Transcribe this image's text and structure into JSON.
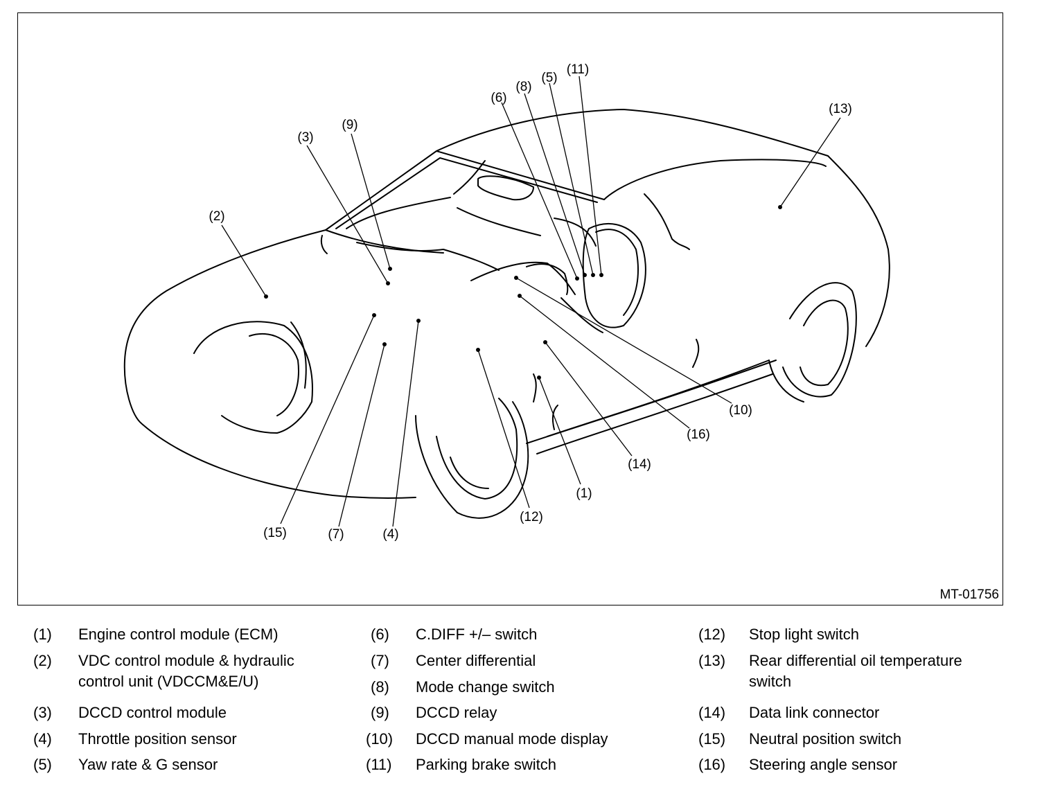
{
  "figure_id": "MT-01756",
  "callouts": [
    "(1)",
    "(2)",
    "(3)",
    "(4)",
    "(5)",
    "(6)",
    "(7)",
    "(8)",
    "(9)",
    "(10)",
    "(11)",
    "(12)",
    "(13)",
    "(14)",
    "(15)",
    "(16)"
  ],
  "legend": {
    "col1": [
      {
        "num": "(1)",
        "text": "Engine control module (ECM)"
      },
      {
        "num": "(2)",
        "text": "VDC control module & hydraulic",
        "text2": "control unit (VDCCM&E/U)"
      },
      {
        "num": "(3)",
        "text": "DCCD control module"
      },
      {
        "num": "(4)",
        "text": "Throttle position sensor"
      },
      {
        "num": "(5)",
        "text": "Yaw rate & G sensor"
      }
    ],
    "col2": [
      {
        "num": "(6)",
        "text": "C.DIFF +/– switch"
      },
      {
        "num": "(7)",
        "text": "Center differential"
      },
      {
        "num": "(8)",
        "text": "Mode change switch"
      },
      {
        "num": "(9)",
        "text": "DCCD relay"
      },
      {
        "num": "(10)",
        "text": "DCCD manual mode display"
      },
      {
        "num": "(11)",
        "text": "Parking brake switch"
      }
    ],
    "col3": [
      {
        "num": "(12)",
        "text": "Stop light switch"
      },
      {
        "num": "(13)",
        "text": "Rear differential oil temperature",
        "text2": "switch"
      },
      {
        "num": "(14)",
        "text": "Data link connector"
      },
      {
        "num": "(15)",
        "text": "Neutral position switch"
      },
      {
        "num": "(16)",
        "text": "Steering angle sensor"
      }
    ]
  }
}
